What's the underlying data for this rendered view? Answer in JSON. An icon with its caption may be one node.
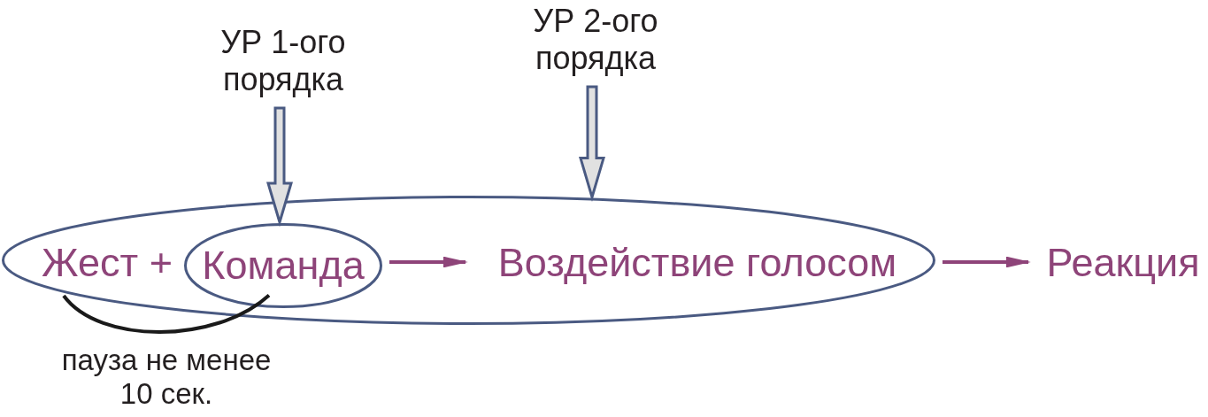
{
  "diagram": {
    "nodes": [
      {
        "text": [],
        "shape": "ellipse"
      },
      {
        "text": [
          "Жест +"
        ],
        "in": 0
      },
      {
        "text": [
          "Команда"
        ],
        "in": 0
      },
      {
        "text": [
          "Воздействие голосом"
        ],
        "in": 0
      },
      {
        "text": [
          "Реакция"
        ]
      },
      {
        "text": [
          "УР 1-ого порядка"
        ]
      },
      {
        "text": [
          "УР 2-ого порядка"
        ]
      }
    ],
    "edges": [
      {
        "from": 2,
        "to": 3,
        "arrow": "to",
        "color": "#8e4479"
      },
      {
        "from": 0,
        "to": 4,
        "arrow": "to",
        "color": "#8e4479"
      },
      {
        "from": 5,
        "to": 2,
        "arrow": "to",
        "style": "thick",
        "color": "#4a5a82"
      },
      {
        "from": 6,
        "to": 0,
        "arrow": "to",
        "style": "thick",
        "color": "#4a5a82"
      },
      {
        "from": 1,
        "to": 2,
        "arrow": "none",
        "label": "пауза не менее 10 сек.",
        "color": "#1a1a1a"
      }
    ]
  }
}
